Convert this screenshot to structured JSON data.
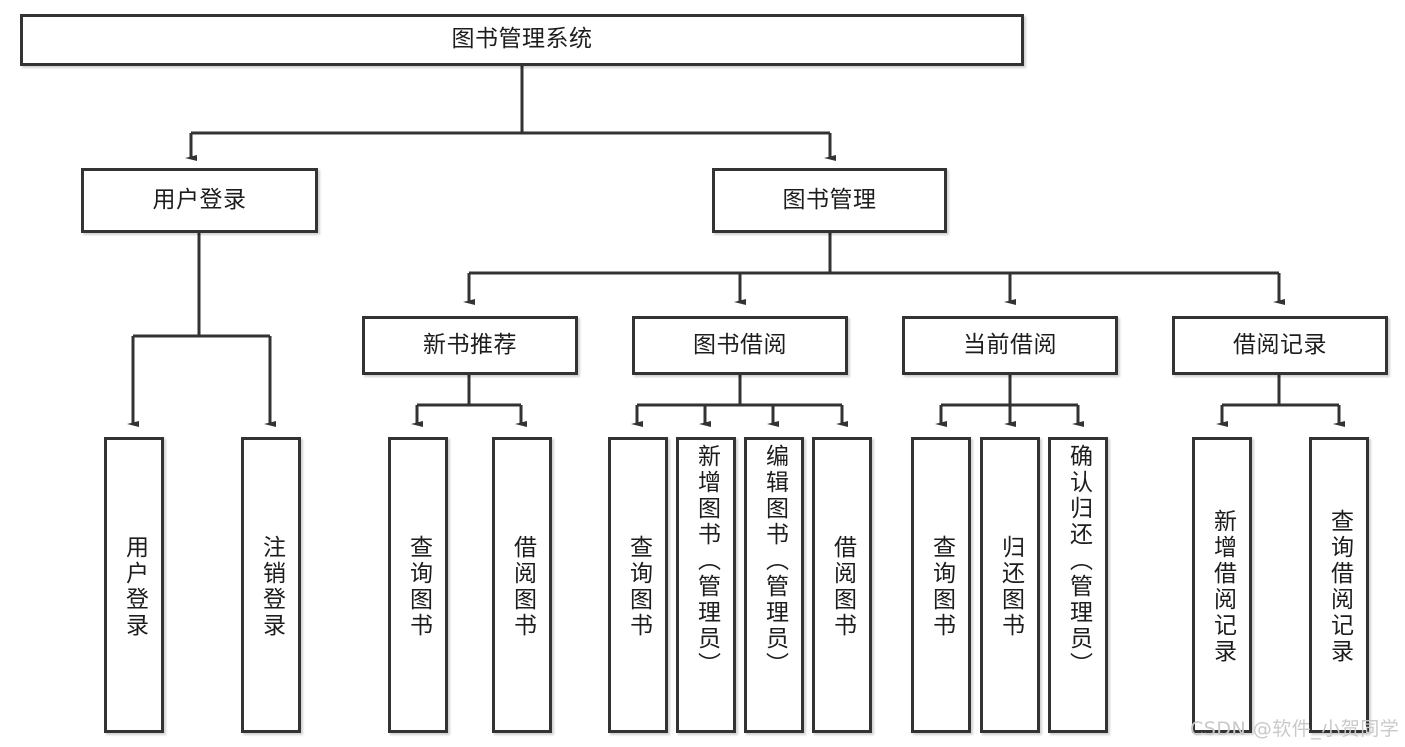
{
  "diagram": {
    "title": "图书管理系统",
    "type": "hierarchical-tree",
    "levels": 4,
    "root": {
      "id": "root",
      "label": "图书管理系统",
      "orientation": "horizontal"
    },
    "level2": [
      {
        "id": "user-login",
        "label": "用户登录",
        "orientation": "horizontal"
      },
      {
        "id": "book-manage",
        "label": "图书管理",
        "orientation": "horizontal"
      }
    ],
    "level3": [
      {
        "id": "new-book-rec",
        "label": "新书推荐",
        "orientation": "horizontal",
        "parent": "book-manage"
      },
      {
        "id": "book-borrow",
        "label": "图书借阅",
        "orientation": "horizontal",
        "parent": "book-manage"
      },
      {
        "id": "current-borrow",
        "label": "当前借阅",
        "orientation": "horizontal",
        "parent": "book-manage"
      },
      {
        "id": "borrow-record",
        "label": "借阅记录",
        "orientation": "horizontal",
        "parent": "book-manage"
      }
    ],
    "leaves": [
      {
        "id": "leaf-user-login",
        "label": "用户登录",
        "parent": "user-login"
      },
      {
        "id": "leaf-logout",
        "label": "注销登录",
        "parent": "user-login"
      },
      {
        "id": "leaf-query-book-1",
        "label": "查询图书",
        "parent": "new-book-rec"
      },
      {
        "id": "leaf-borrow-book-1",
        "label": "借阅图书",
        "parent": "new-book-rec"
      },
      {
        "id": "leaf-query-book-2",
        "label": "查询图书",
        "parent": "book-borrow"
      },
      {
        "id": "leaf-add-book",
        "label": "新增图书（管理员）",
        "parent": "book-borrow"
      },
      {
        "id": "leaf-edit-book",
        "label": "编辑图书（管理员）",
        "parent": "book-borrow"
      },
      {
        "id": "leaf-borrow-book-2",
        "label": "借阅图书",
        "parent": "book-borrow"
      },
      {
        "id": "leaf-query-book-3",
        "label": "查询图书",
        "parent": "current-borrow"
      },
      {
        "id": "leaf-return-book",
        "label": "归还图书",
        "parent": "current-borrow"
      },
      {
        "id": "leaf-confirm-return",
        "label": "确认归还（管理员）",
        "parent": "current-borrow"
      },
      {
        "id": "leaf-add-record",
        "label": "新增借阅记录",
        "parent": "borrow-record"
      },
      {
        "id": "leaf-query-record",
        "label": "查询借阅记录",
        "parent": "borrow-record"
      }
    ],
    "watermark": "CSDN @软件_小贺同学",
    "colors": {
      "box_border": "#333333",
      "box_fill": "#ffffff",
      "connector": "#333333",
      "text": "#1d1d1d",
      "watermark": "#c9c9c9",
      "background": "#ffffff"
    }
  }
}
